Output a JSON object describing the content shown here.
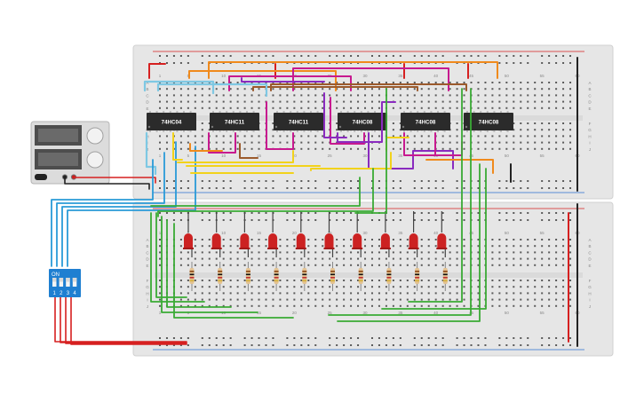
{
  "chips": [
    {
      "label": "74HC04"
    },
    {
      "label": "74HC11"
    },
    {
      "label": "74HC11"
    },
    {
      "label": "74HC08"
    },
    {
      "label": "74HC08"
    },
    {
      "label": "74HC08"
    }
  ],
  "breadboard_top": {
    "col_numbers": [
      "1",
      "5",
      "10",
      "15",
      "20",
      "25",
      "30",
      "35",
      "40",
      "45",
      "50",
      "55",
      "60"
    ],
    "rows_upper": [
      "A",
      "B",
      "C",
      "D",
      "E"
    ],
    "rows_lower": [
      "F",
      "G",
      "H",
      "I",
      "J"
    ]
  },
  "breadboard_bottom": {
    "col_numbers": [
      "1",
      "5",
      "10",
      "15",
      "20",
      "25",
      "30",
      "35",
      "40",
      "45",
      "50",
      "55",
      "60"
    ],
    "rows_upper": [
      "A",
      "B",
      "C",
      "D",
      "E"
    ],
    "rows_lower": [
      "F",
      "G",
      "H",
      "I",
      "J"
    ]
  },
  "dip_switch": {
    "on_label": "ON",
    "switch_numbers": [
      "1",
      "2",
      "3",
      "4"
    ]
  },
  "power_supply": {
    "name": "power-supply"
  },
  "led_count": 10,
  "resistor_count": 10,
  "colors": {
    "breadboard": "#e6e6e6",
    "chip": "#2b2b2b",
    "led": "#cc2222",
    "wire_red": "#d62020",
    "wire_blue": "#2a9bd8",
    "wire_green": "#3aaa35",
    "wire_yellow": "#f2d21b",
    "wire_orange": "#f08a1c",
    "wire_purple": "#8a2bbf",
    "wire_magenta": "#c71a8f",
    "wire_brown": "#9b5a2c",
    "wire_black": "#222222",
    "wire_lightblue": "#7ec8e3",
    "dip_blue": "#1f7fd1"
  }
}
